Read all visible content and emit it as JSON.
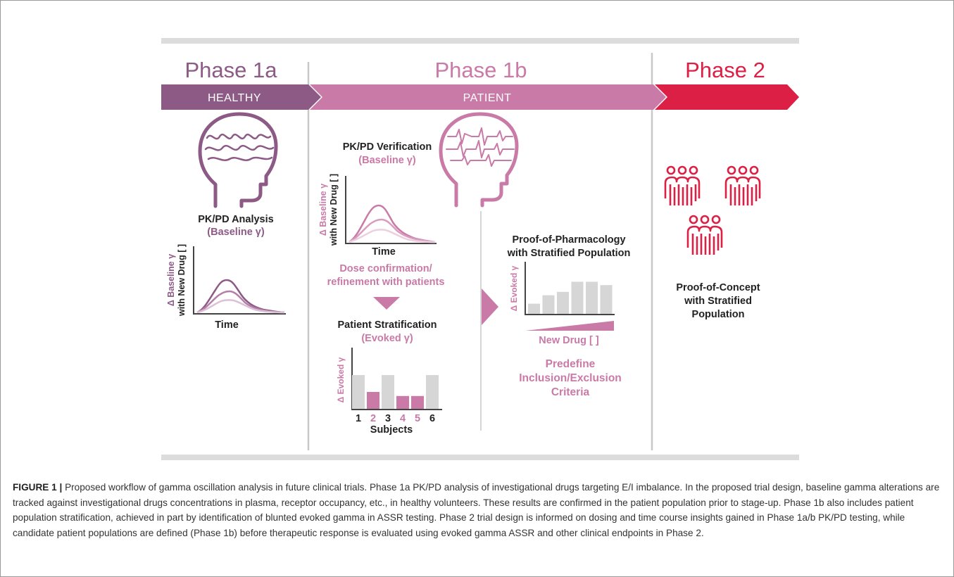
{
  "colors": {
    "phase1a": "#8d5a86",
    "phase1b": "#c97aa7",
    "phase2": "#dc1f44",
    "gray_bar": "#d6d6d6",
    "divider": "#c9c9c9",
    "text_dark": "#222222"
  },
  "phases": {
    "phase1a": {
      "title": "Phase 1a",
      "banner": "HEALTHY"
    },
    "phase1b": {
      "title": "Phase 1b",
      "banner": "PATIENT"
    },
    "phase2": {
      "title": "Phase 2"
    }
  },
  "p1a": {
    "heading": "PK/PD Analysis",
    "subheading": "(Baseline γ)",
    "ylabel1": "Δ Baseline γ",
    "ylabel2": "with New Drug [ ]",
    "xlabel": "Time"
  },
  "p1b": {
    "verification_heading": "PK/PD Verification",
    "verification_sub": "(Baseline γ)",
    "ylabel1": "Δ Baseline γ",
    "ylabel2": "with New Drug [ ]",
    "xlabel": "Time",
    "dose_line1": "Dose confirmation/",
    "dose_line2": "refinement with patients",
    "strat_heading": "Patient Stratification",
    "strat_sub": "(Evoked γ)",
    "strat_ylabel": "Δ Evoked γ",
    "strat_xlabel": "Subjects",
    "pop_heading1": "Proof-of-Pharmacology",
    "pop_heading2": "with Stratified Population",
    "pop_ylabel": "Δ Evoked γ",
    "pop_xlabel": "New Drug [ ]",
    "criteria1": "Predefine",
    "criteria2": "Inclusion/Exclusion",
    "criteria3": "Criteria"
  },
  "p2": {
    "line1": "Proof-of-Concept",
    "line2": "with Stratified",
    "line3": "Population"
  },
  "chart_data": [
    {
      "type": "bar",
      "title": "Patient Stratification",
      "ylabel": "Δ Evoked γ",
      "xlabel": "Subjects",
      "categories": [
        "1",
        "2",
        "3",
        "4",
        "5",
        "6"
      ],
      "values": [
        1.0,
        0.5,
        1.0,
        0.38,
        0.38,
        1.0
      ],
      "highlighted": [
        "2",
        "4",
        "5"
      ]
    },
    {
      "type": "bar",
      "title": "Proof-of-Pharmacology with Stratified Population",
      "ylabel": "Δ Evoked γ",
      "xlabel": "New Drug [ ]",
      "values": [
        0.3,
        0.55,
        0.65,
        0.95,
        0.95,
        0.85
      ]
    }
  ],
  "caption": {
    "label": "FIGURE 1 |",
    "text": "Proposed workflow of gamma oscillation analysis in future clinical trials. Phase 1a PK/PD analysis of investigational drugs targeting E/I imbalance. In the proposed trial design, baseline gamma alterations are tracked against investigational drugs concentrations in plasma, receptor occupancy, etc., in healthy volunteers. These results are confirmed in the patient population prior to stage-up. Phase 1b also includes patient population stratification, achieved in part by identification of blunted evoked gamma in ASSR testing. Phase 2 trial design is informed on dosing and time course insights gained in Phase 1a/b PK/PD testing, while candidate patient populations are defined (Phase 1b) before therapeutic response is evaluated using evoked gamma ASSR and other clinical endpoints in Phase 2."
  }
}
